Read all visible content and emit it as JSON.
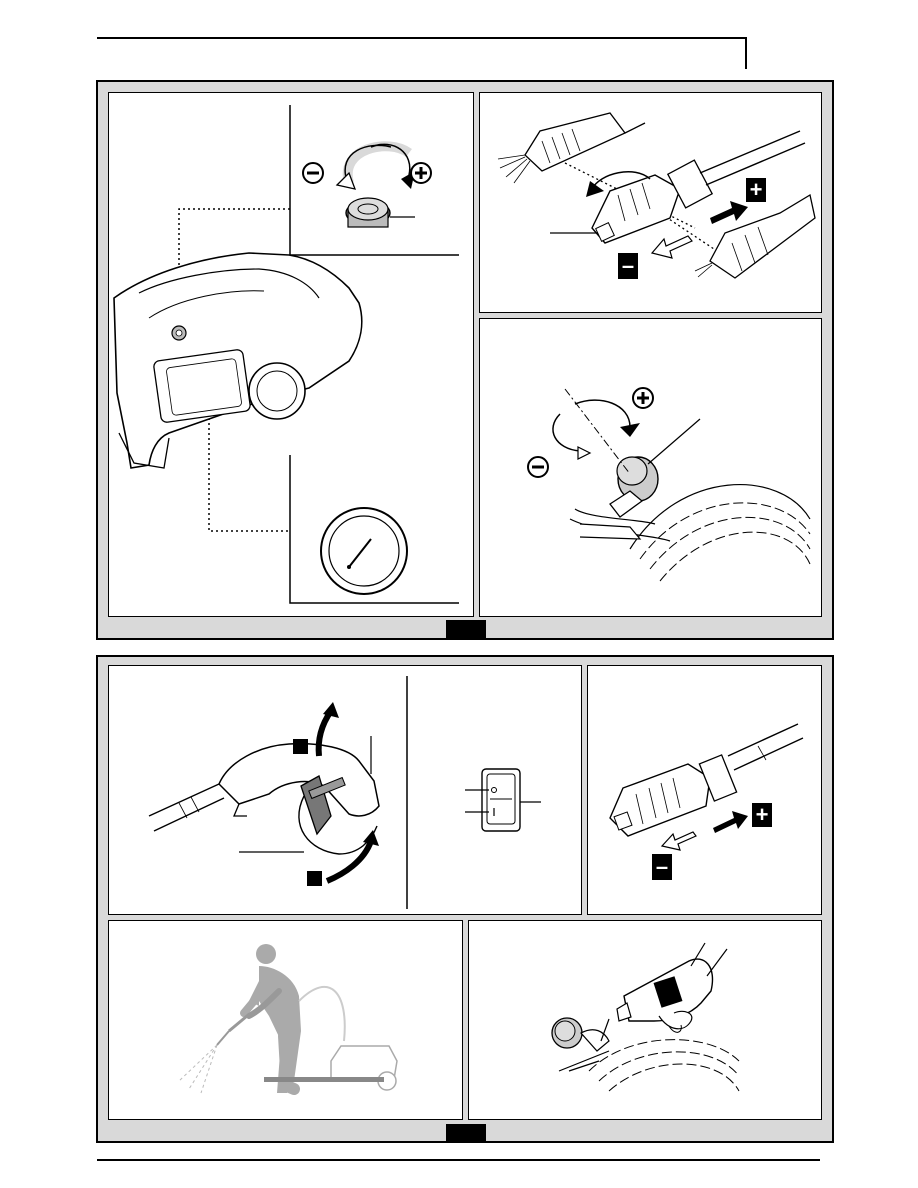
{
  "page": {
    "header_rule": true,
    "footer_rule": true
  },
  "figures": [
    {
      "id": "fig-top",
      "tab_label": ""
    },
    {
      "id": "fig-bottom",
      "tab_label": ""
    }
  ],
  "symbols": {
    "plus": "+",
    "minus": "–"
  },
  "icons": [
    "machine-body-illustration",
    "pressure-knob-icon",
    "rotate-arrows-icon",
    "pressure-gauge-icon",
    "nozzle-lance-illustration",
    "detergent-knob-icon",
    "trigger-gun-illustration",
    "rocker-switch-icon",
    "operator-spraying-illustration",
    "detergent-bottle-illustration"
  ],
  "colors": {
    "frame_gray": "#d9d9d9",
    "ink": "#000000",
    "paper": "#ffffff"
  }
}
